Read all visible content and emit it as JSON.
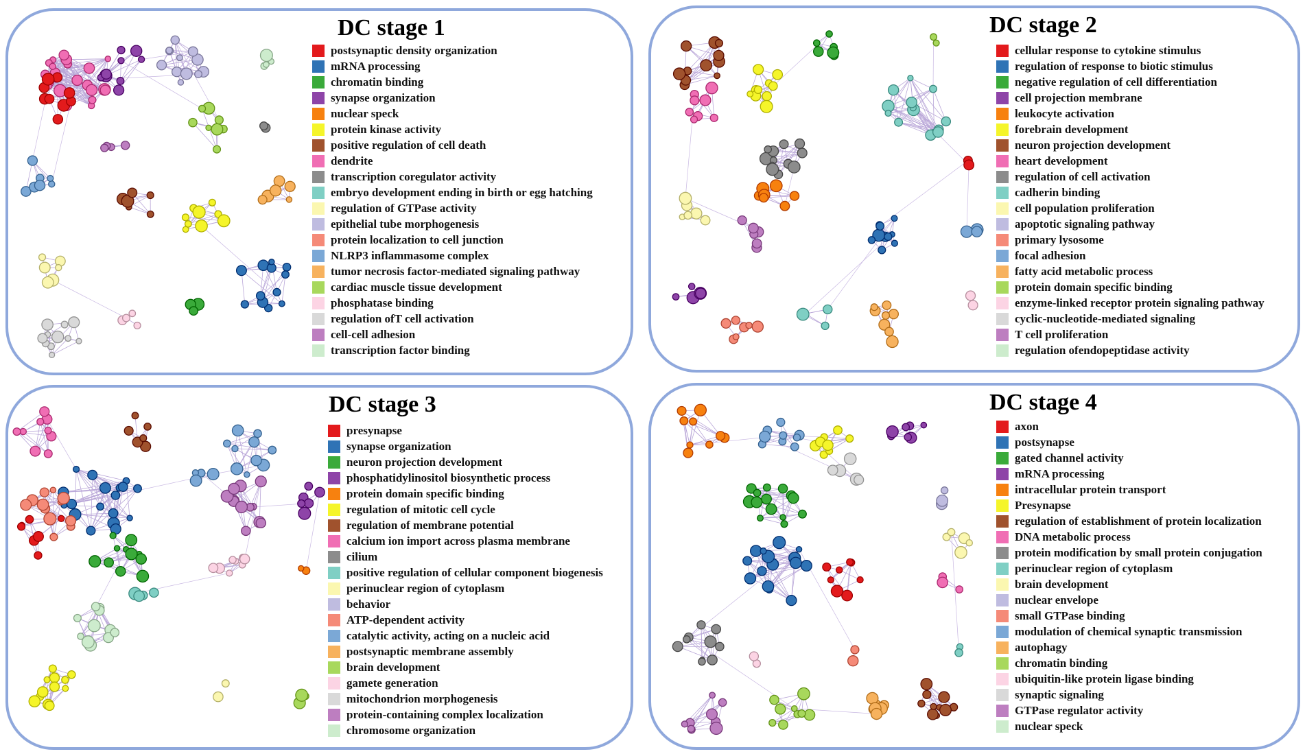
{
  "palette": [
    "#e31a1c",
    "#2f73b5",
    "#3aaa3a",
    "#8e44a8",
    "#f7810f",
    "#f5f52a",
    "#a0522d",
    "#f06eb4",
    "#8c8c8c",
    "#7fcfc4",
    "#fbf7b0",
    "#bfbce0",
    "#f58a78",
    "#7ba8d6",
    "#f7b25e",
    "#a8d85c",
    "#fcd4e4",
    "#d9d9d9",
    "#bd7ec0",
    "#cdeccd"
  ],
  "panels": [
    {
      "title": "DC stage 1",
      "legend": [
        "postsynaptic density organization",
        "mRNA processing",
        "chromatin binding",
        "synapse organization",
        "nuclear speck",
        "protein kinase activity",
        "positive regulation of cell death",
        "dendrite",
        "transcription coregulator activity",
        "embryo development ending in birth or egg hatching",
        "regulation of GTPase activity",
        "epithelial tube morphogenesis",
        "protein localization to cell junction",
        "NLRP3 inflammasome complex",
        "tumor necrosis factor-mediated signaling pathway",
        "cardiac muscle tissue development",
        "phosphatase binding",
        "regulation ofT cell activation",
        "cell-cell adhesion",
        "transcription factor binding"
      ]
    },
    {
      "title": "DC stage 2",
      "legend": [
        "cellular response to cytokine stimulus",
        "regulation of response to biotic stimulus",
        "negative regulation of cell differentiation",
        "cell projection membrane",
        "leukocyte activation",
        "forebrain development",
        "neuron projection development",
        "heart development",
        "regulation of cell activation",
        "cadherin binding",
        "cell population proliferation",
        "apoptotic signaling pathway",
        "primary lysosome",
        "focal adhesion",
        "fatty acid metabolic process",
        "protein domain specific binding",
        "enzyme-linked receptor protein signaling pathway",
        "cyclic-nucleotide-mediated signaling",
        "T cell proliferation",
        "regulation ofendopeptidase activity"
      ]
    },
    {
      "title": "DC stage 3",
      "legend": [
        "presynapse",
        "synapse organization",
        "neuron projection development",
        "phosphatidylinositol biosynthetic process",
        "protein domain specific binding",
        "regulation of mitotic cell cycle",
        "regulation of membrane potential",
        "calcium ion import across plasma membrane",
        "cilium",
        "positive regulation of cellular component biogenesis",
        "perinuclear region of cytoplasm",
        "behavior",
        "ATP-dependent activity",
        "catalytic activity, acting on a nucleic acid",
        "postsynaptic membrane assembly",
        "brain development",
        "gamete generation",
        "mitochondrion morphogenesis",
        "protein-containing complex localization",
        "chromosome organization"
      ]
    },
    {
      "title": "DC stage 4",
      "legend": [
        "axon",
        "postsynapse",
        "gated channel activity",
        "mRNA processing",
        "intracellular protein transport",
        "Presynapse",
        "regulation of establishment of protein localization",
        "DNA metabolic process",
        "protein modification by small protein conjugation",
        "perinuclear region of cytoplasm",
        "brain development",
        "nuclear envelope",
        "small GTPase binding",
        "modulation of chemical synaptic transmission",
        "autophagy",
        "chromatin binding",
        "ubiquitin-like protein ligase binding",
        "synaptic signaling",
        "GTPase regulator activity",
        "nuclear speck"
      ]
    }
  ]
}
